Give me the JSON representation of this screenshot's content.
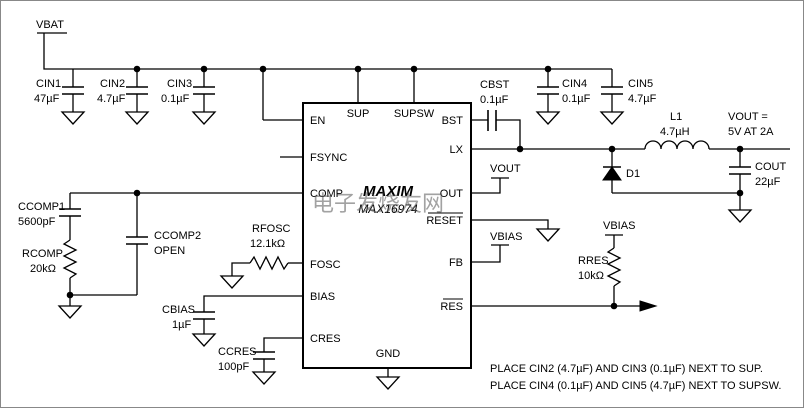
{
  "ic": {
    "logo": "MAXIM",
    "part": "MAX16974",
    "pins": {
      "en": "EN",
      "sup": "SUP",
      "supsw": "SUPSW",
      "bst": "BST",
      "lx": "LX",
      "fsync": "FSYNC",
      "comp": "COMP",
      "out": "OUT",
      "reset": "RESET",
      "fosc": "FOSC",
      "fb": "FB",
      "bias": "BIAS",
      "res": "RES",
      "cres": "CRES",
      "gnd": "GND"
    }
  },
  "labels": {
    "vbat": "VBAT",
    "cin1_name": "CIN1",
    "cin1_val": "47µF",
    "cin2_name": "CIN2",
    "cin2_val": "4.7µF",
    "cin3_name": "CIN3",
    "cin3_val": "0.1µF",
    "cbst_name": "CBST",
    "cbst_val": "0.1µF",
    "cin4_name": "CIN4",
    "cin4_val": "0.1µF",
    "cin5_name": "CIN5",
    "cin5_val": "4.7µF",
    "l1_name": "L1",
    "l1_val": "4.7µH",
    "vout_name": "VOUT =",
    "vout_val": "5V AT 2A",
    "cout_name": "COUT",
    "cout_val": "22µF",
    "d1": "D1",
    "vout_pin": "VOUT",
    "vbias_fb": "VBIAS",
    "vbias_res": "VBIAS",
    "rres_name": "RRES",
    "rres_val": "10kΩ",
    "ccomp1_name": "CCOMP1",
    "ccomp1_val": "5600pF",
    "rcomp_name": "RCOMP",
    "rcomp_val": "20kΩ",
    "ccomp2_name": "CCOMP2",
    "ccomp2_val": "OPEN",
    "rfosc_name": "RFOSC",
    "rfosc_val": "12.1kΩ",
    "cbias_name": "CBIAS",
    "cbias_val": "1µF",
    "ccres_name": "CCRES",
    "ccres_val": "100pF"
  },
  "notes": [
    "PLACE CIN2 (4.7µF) AND CIN3 (0.1µF) NEXT TO SUP.",
    "PLACE CIN4 (0.1µF) AND CIN5 (4.7µF) NEXT TO SUPSW."
  ],
  "watermark": "电子发烧友网"
}
